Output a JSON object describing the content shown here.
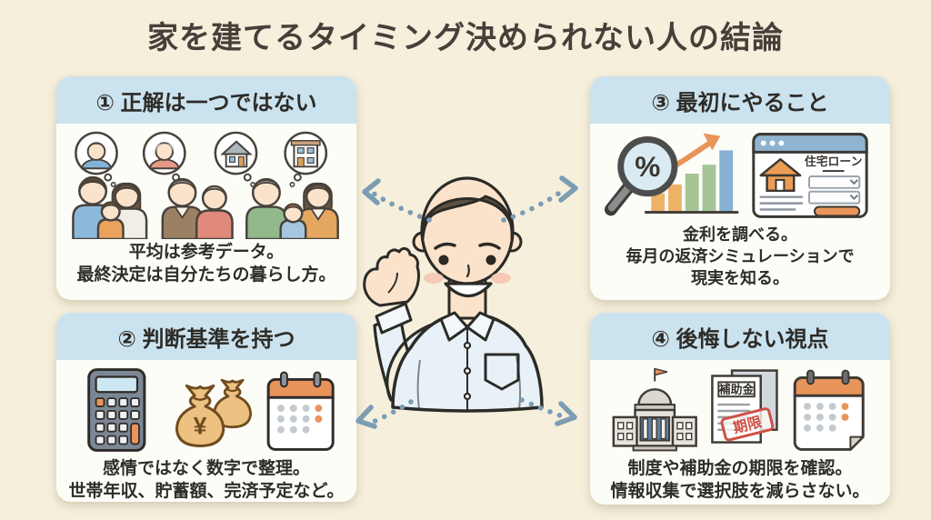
{
  "title": "家を建てるタイミング決められない人の結論",
  "panels": [
    {
      "header": "① 正解は一つではない",
      "caption": [
        "平均は参考データ。",
        "最終決定は自分たちの暮らし方。"
      ],
      "icons": [
        "thought-bubble-young-man",
        "thought-bubble-elderly-woman",
        "thought-bubble-house",
        "thought-bubble-two-story-house",
        "young-family",
        "elderly-couple",
        "three-generation-family"
      ]
    },
    {
      "header": "② 判断基準を持つ",
      "caption": [
        "感情ではなく数字で整理。",
        "世帯年収、貯蓄額、完済予定など。"
      ],
      "icons": [
        "calculator",
        "money-bags",
        "calendar"
      ]
    },
    {
      "header": "③ 最初にやること",
      "caption": [
        "金利を調べる。",
        "毎月の返済シミュレーションで",
        "現実を知る。"
      ],
      "icons": [
        "magnifier-percent",
        "bar-chart-rising-arrow",
        "housing-loan-browser"
      ]
    },
    {
      "header": "④ 後悔しない視点",
      "caption": [
        "制度や補助金の期限を確認。",
        "情報収集で選択肢を減らさない。"
      ],
      "icons": [
        "government-building",
        "subsidy-document-deadline-stamp",
        "deadline-calendar"
      ]
    }
  ],
  "icon_text": {
    "interest_percent": "%",
    "loan_window_title": "住宅ローン",
    "yen_symbol": "¥",
    "subsidy_title": "補助金",
    "deadline_stamp": "期限"
  },
  "colors": {
    "background": "#f5efdc",
    "panel_header_blue": "#cbe2ef",
    "panel_body": "#fdfdf8",
    "title_text": "#47403a",
    "arrow_blue_gray": "#7b9cb3",
    "accent_orange": "#e8945a",
    "stamp_red": "#cf4f45"
  }
}
